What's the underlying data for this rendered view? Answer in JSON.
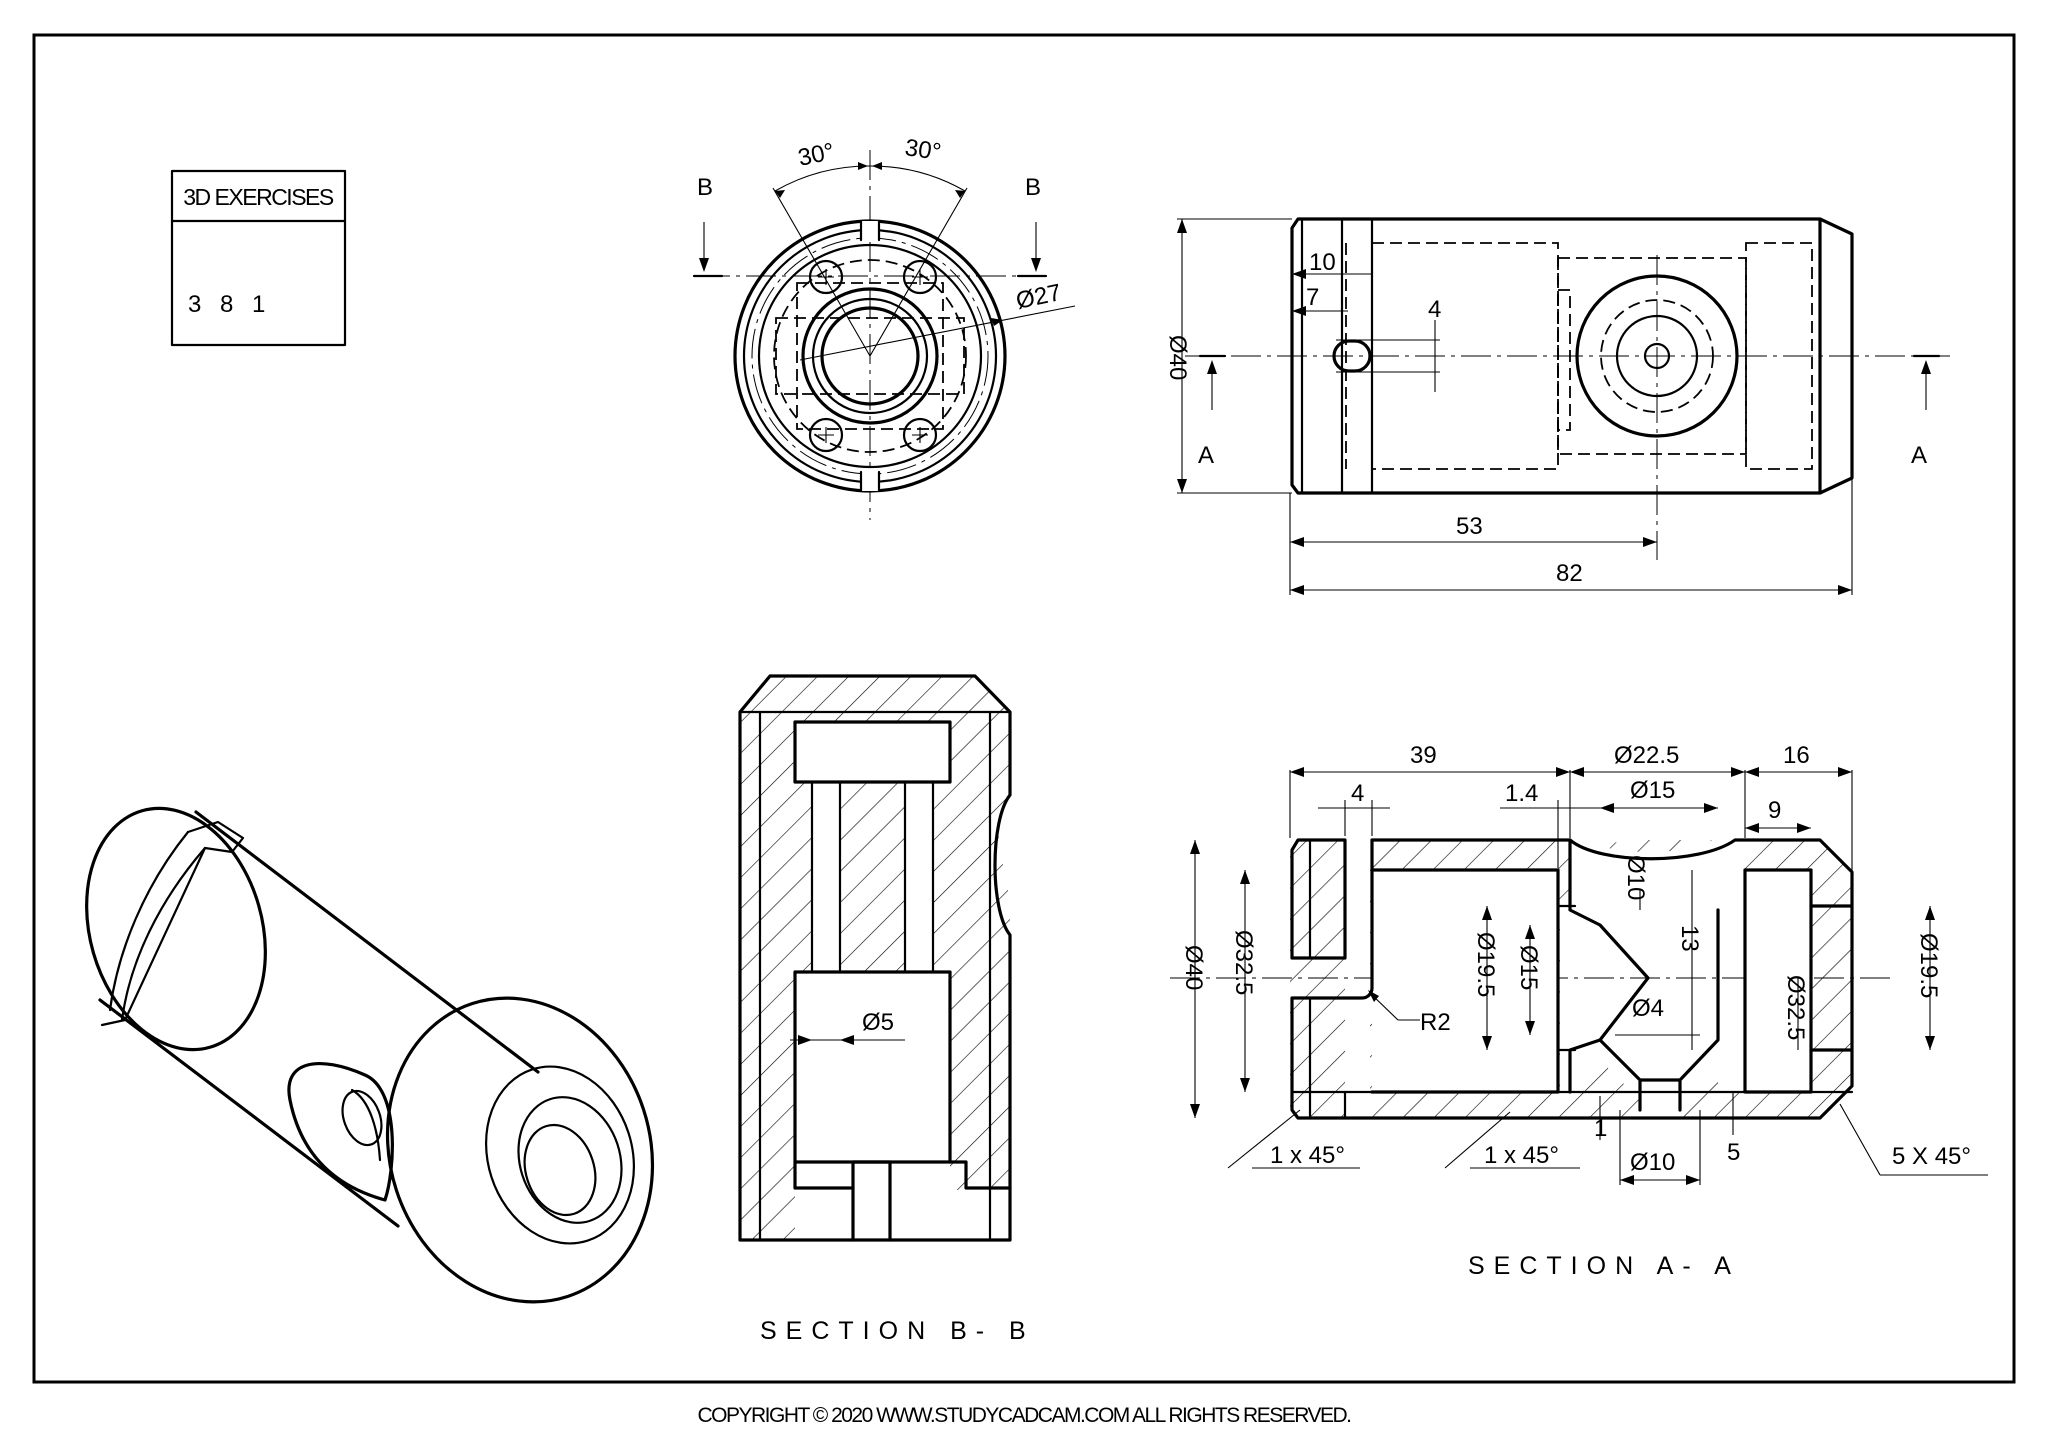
{
  "title_block": {
    "heading": "3D EXERCISES",
    "number": "3 8 1"
  },
  "footer": {
    "copyright": "COPYRIGHT © 2020 WWW.STUDYCADCAM.COM ALL RIGHTS RESERVED."
  },
  "front_view": {
    "angle_left": "30°",
    "angle_right": "30°",
    "section_mark_left": "B",
    "section_mark_right": "B",
    "diameter": "Ø27"
  },
  "side_view": {
    "section_mark_left": "A",
    "section_mark_right": "A",
    "dim_10": "10",
    "dim_7": "7",
    "dim_4": "4",
    "dim_dia40": "Ø40",
    "dim_53": "53",
    "dim_82": "82"
  },
  "section_bb": {
    "caption": "SECTION B- B",
    "dim_dia5": "Ø5"
  },
  "section_aa": {
    "caption": "SECTION A- A",
    "dim_39": "39",
    "dim_dia22_5": "Ø22.5",
    "dim_16": "16",
    "dim_4": "4",
    "dim_1_4": "1.4",
    "dim_dia15": "Ø15",
    "dim_9": "9",
    "dim_dia10_vert": "Ø10",
    "dim_13": "13",
    "dim_dia40": "Ø40",
    "dim_dia32_5_left": "Ø32.5",
    "dim_dia19_5_left": "Ø19.5",
    "dim_dia15_vert": "Ø15",
    "dim_dia4": "Ø4",
    "dim_dia32_5_right": "Ø32.5",
    "dim_dia19_5_right": "Ø19.5",
    "dim_r2": "R2",
    "dim_chamfer1": "1 x 45°",
    "dim_chamfer2": "1 x 45°",
    "dim_1": "1",
    "dim_dia10": "Ø10",
    "dim_5": "5",
    "dim_chamfer3": "5 X 45°"
  }
}
